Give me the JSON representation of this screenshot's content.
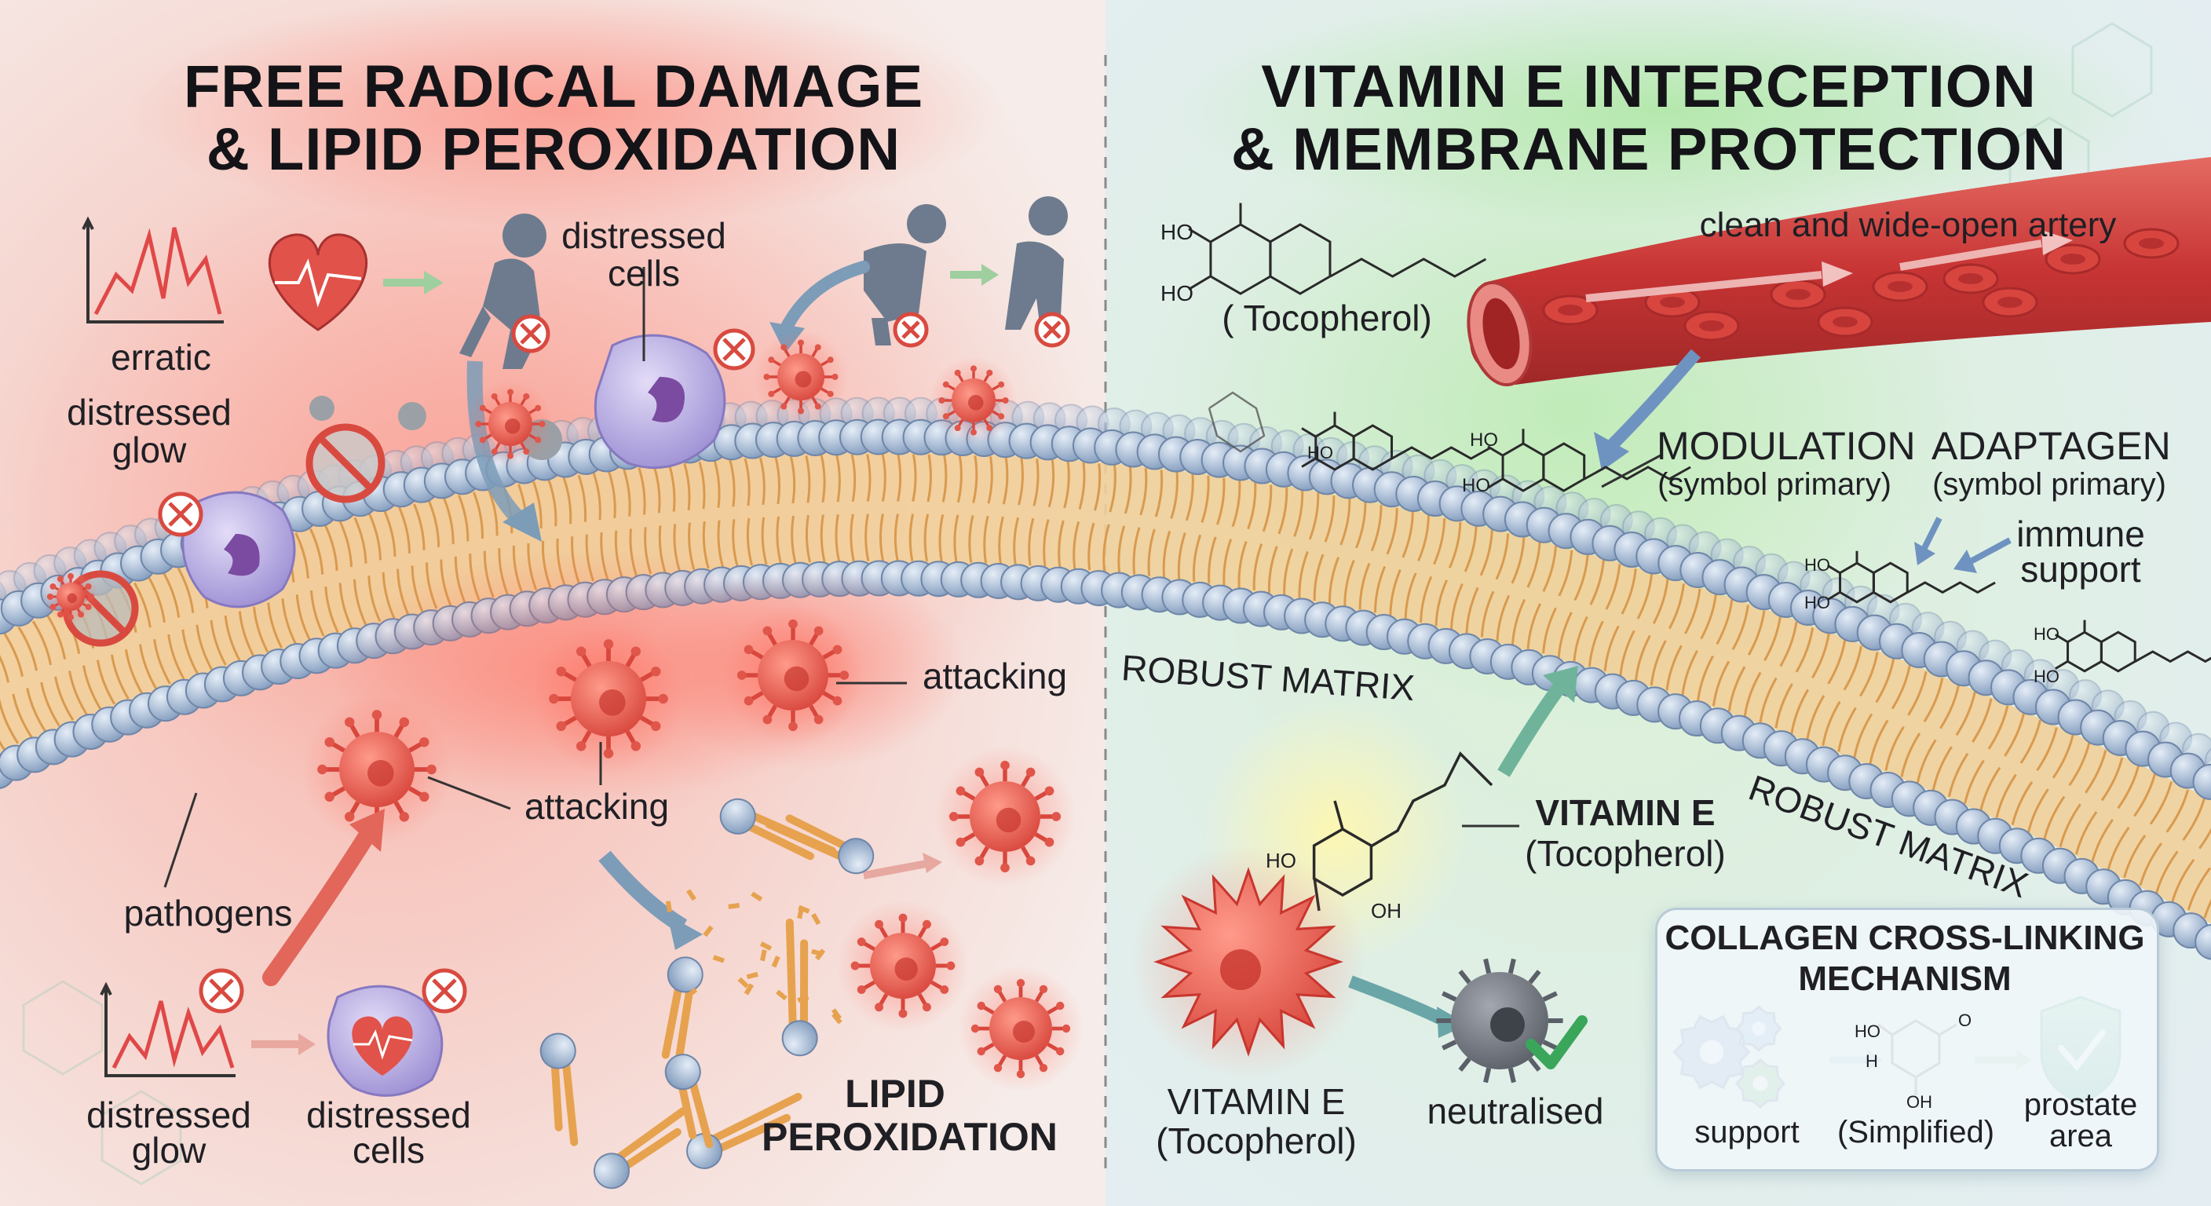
{
  "titles": {
    "left_line1": "FREE RADICAL DAMAGE",
    "left_line2": "& LIPID PEROXIDATION",
    "right_line1": "VITAMIN E INTERCEPTION",
    "right_line2": "& MEMBRANE PROTECTION"
  },
  "left": {
    "erratic": "erratic",
    "distressed_glow_top_l1": "distressed",
    "distressed_glow_top_l2": "glow",
    "distressed_cells_top_l1": "distressed",
    "distressed_cells_top_l2": "cells",
    "attacking_1": "attacking",
    "attacking_2": "attacking",
    "pathogens": "pathogens",
    "distressed_glow_bottom_l1": "distressed",
    "distressed_glow_bottom_l2": "glow",
    "distressed_cells_bottom_l1": "distressed",
    "distressed_cells_bottom_l2": "cells",
    "lipid_l1": "LIPID",
    "lipid_l2": "PEROXIDATION"
  },
  "right": {
    "tocopherol_caption": "( Tocopherol)",
    "artery": "clean and wide-open artery",
    "modulation": "MODULATION",
    "modulation_sub": "(symbol primary)",
    "adaptagen": "ADAPTAGEN",
    "adaptagen_sub": "(symbol primary)",
    "immune_l1": "immune",
    "immune_l2": "support",
    "robust_matrix_1": "ROBUST MATRIX",
    "robust_matrix_2": "ROBUST MATRIX",
    "vitamin_e": "VITAMIN E",
    "vitamin_e_sub": "(Tocopherol)",
    "vitamin_e_bottom": "VITAMIN E",
    "vitamin_e_bottom_sub": "(Tocopherol)",
    "neutralised": "neutralised"
  },
  "collagen": {
    "title_l1": "COLLAGEN CROSS-LINKING",
    "title_l2": "MECHANISM",
    "support": "support",
    "simplified": "(Simplified)",
    "prostate_l1": "prostate",
    "prostate_l2": "area"
  },
  "chem": {
    "ho": "HO",
    "oh": "OH",
    "o": "O",
    "h": "H"
  },
  "colors": {
    "damage_red": "#e8574a",
    "protect_green": "#5fc46a",
    "membrane_head": "#a8bdd6",
    "lipid_tail": "#e7b874",
    "artery_red": "#c83a3a"
  }
}
